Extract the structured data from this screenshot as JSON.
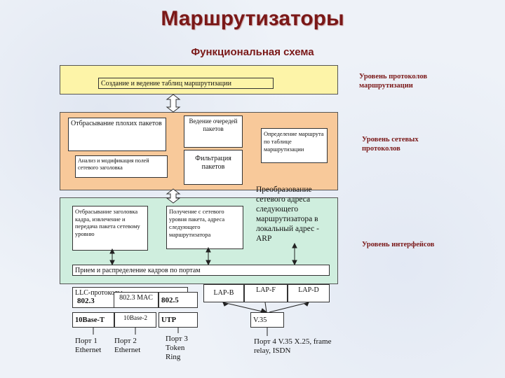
{
  "title": "Маршрутизаторы",
  "subtitle": "Функциональная схема",
  "levels": {
    "routing": "Уровень протоколов маршрутизации",
    "network": "Уровень сетевых протоколов",
    "interfaces": "Уровень интерфейсов"
  },
  "boxes": {
    "routing_tables": "Создание и ведение таблиц маршрутизации",
    "drop_bad": "Отбрасывание плохих пакетов",
    "analyze": "Анализ и модификация полей сетевого заголовка",
    "queues": "Ведение очередей пакетов",
    "filter": "Фильтрация пакетов",
    "route_lookup": "Определение маршрута по таблице маршрутизации",
    "arp": "Преобразование сетевого адреса следующего маршрутизатора в локальный адрес - ARP",
    "strip_header": "Отбрасывание заголовка кадра, извлечение и передача пакета сетевому уровню",
    "get_address": "Получение с сетевого уровня пакета, адреса следующего маршрутизатора",
    "frame_io": "Прием и распределение кадров по портам",
    "llc": "LLC-протоколы",
    "p8023": "802.3",
    "mac8023": "802.3 MAC",
    "p8025": "802.5",
    "lapb": "LAP-B",
    "lapf": "LAP-F",
    "lapd": "LAP-D",
    "base_t1": "10Base-T",
    "base_t2": "10Base-2",
    "utp": "UTP",
    "v35": "V.35"
  },
  "ports": {
    "p1": "Порт 1 Ethernet",
    "p2": "Порт 2 Ethernet",
    "p3": "Порт 3 Token Ring",
    "p4": "Порт 4 V.35 X.25, frame relay, ISDN"
  },
  "colors": {
    "title": "#7a1818",
    "routing_zone": "#fdf4a8",
    "network_zone": "#f8c99a",
    "interface_zone": "#cfeede",
    "arrow_fill": "#ffffff"
  }
}
